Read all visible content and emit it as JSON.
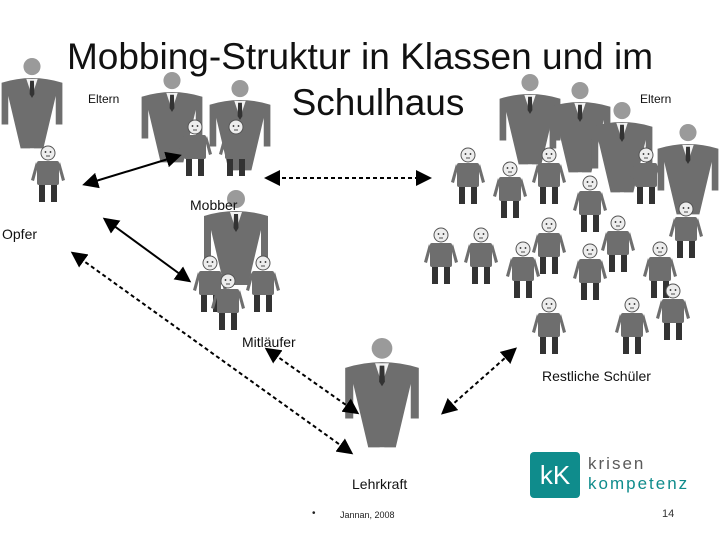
{
  "title": {
    "line1": "Mobbing-Struktur in Klassen und im",
    "line2": "Schulhaus"
  },
  "labels": {
    "eltern_left": "Eltern",
    "eltern_right": "Eltern",
    "mobber": "Mobber",
    "opfer": "Opfer",
    "mitlaeufer": "Mitläufer",
    "restliche_schueler": "Restliche Schüler",
    "lehrkraft": "Lehrkraft"
  },
  "footer": {
    "bullet": "•",
    "source": "Jannan, 2008",
    "page_number": "14"
  },
  "logo": {
    "mark": "kK",
    "line1": "krisen",
    "line2": "kompetenz"
  },
  "colors": {
    "figure": "#6e6e6e",
    "figure_dark": "#333333",
    "head": "#9a9a9a",
    "logo_teal": "#0f8c8c"
  }
}
